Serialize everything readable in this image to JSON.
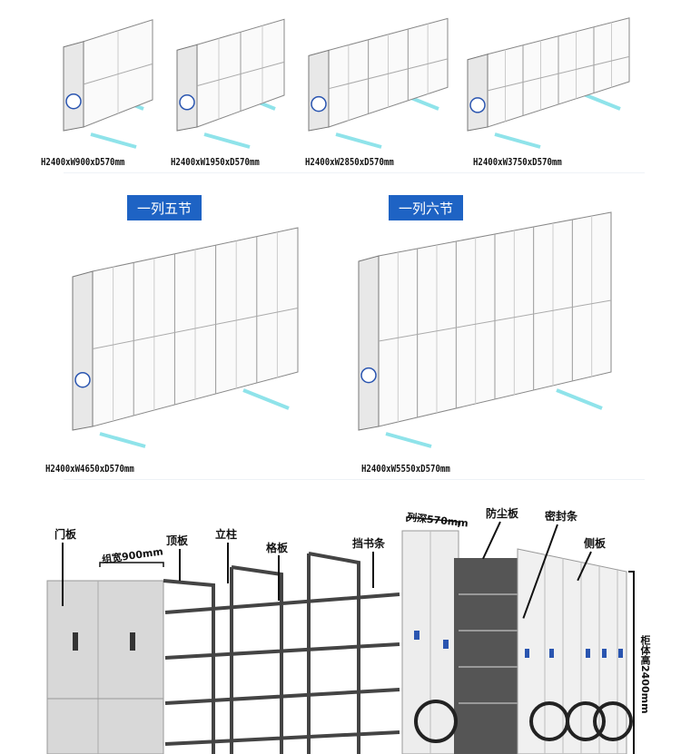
{
  "configs_row1": [
    {
      "dimensions": "H2400xW900xD570mm",
      "sections": 1
    },
    {
      "dimensions": "H2400xW1950xD570mm",
      "sections": 2
    },
    {
      "dimensions": "H2400xW2850xD570mm",
      "sections": 3
    },
    {
      "dimensions": "H2400xW3750xD570mm",
      "sections": 4
    }
  ],
  "configs_row2": [
    {
      "badge": "一列五节",
      "dimensions": "H2400xW4650xD570mm",
      "sections": 5
    },
    {
      "badge": "一列六节",
      "dimensions": "H2400xW5550xD570mm",
      "sections": 6
    }
  ],
  "parts": {
    "door_panel": "门板",
    "group_width": "组宽900mm",
    "top_panel": "顶板",
    "column": "立柱",
    "shelf": "格板",
    "book_stop": "挡书条",
    "column_depth": "列深570mm",
    "dust_panel": "防尘板",
    "seal_strip": "密封条",
    "side_panel": "侧板",
    "cabinet_height": "柜体高2400mm"
  },
  "colors": {
    "badge": "#1e63c4",
    "rail": "#8fe3ea"
  }
}
